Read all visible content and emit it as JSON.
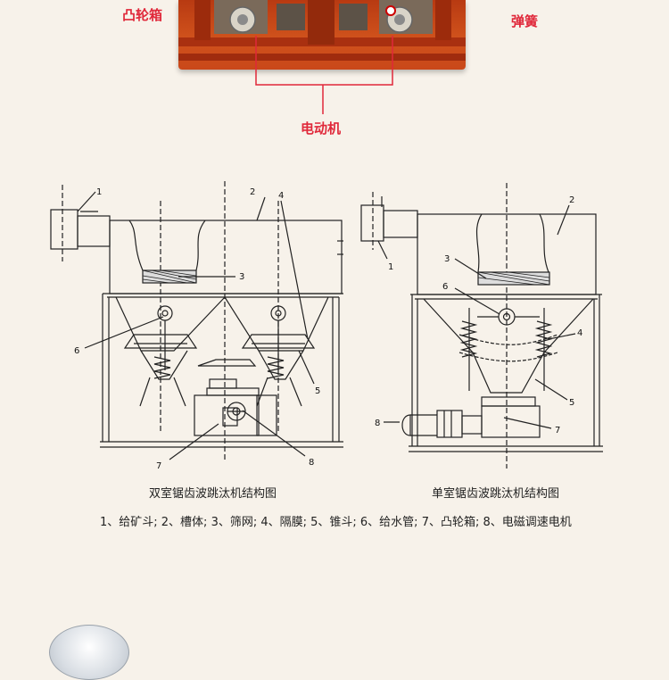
{
  "top_photo": {
    "labels": {
      "cam_box": "凸轮箱",
      "spring": "弹簧",
      "motor": "电动机"
    }
  },
  "left_diagram": {
    "caption": "双室锯齿波跳汰机结构图",
    "part_numbers": [
      "1",
      "2",
      "3",
      "4",
      "5",
      "6",
      "7",
      "8"
    ]
  },
  "right_diagram": {
    "caption": "单室锯齿波跳汰机结构图",
    "part_numbers": [
      "1",
      "2",
      "3",
      "4",
      "5",
      "6",
      "7",
      "8"
    ]
  },
  "legend": "1、给矿斗; 2、槽体; 3、筛网; 4、隔膜; 5、锥斗; 6、给水管; 7、凸轮箱; 8、电磁调速电机",
  "colors": {
    "callout": "#e0283a",
    "frame": "#c9481a",
    "background": "#f7f2ea"
  }
}
